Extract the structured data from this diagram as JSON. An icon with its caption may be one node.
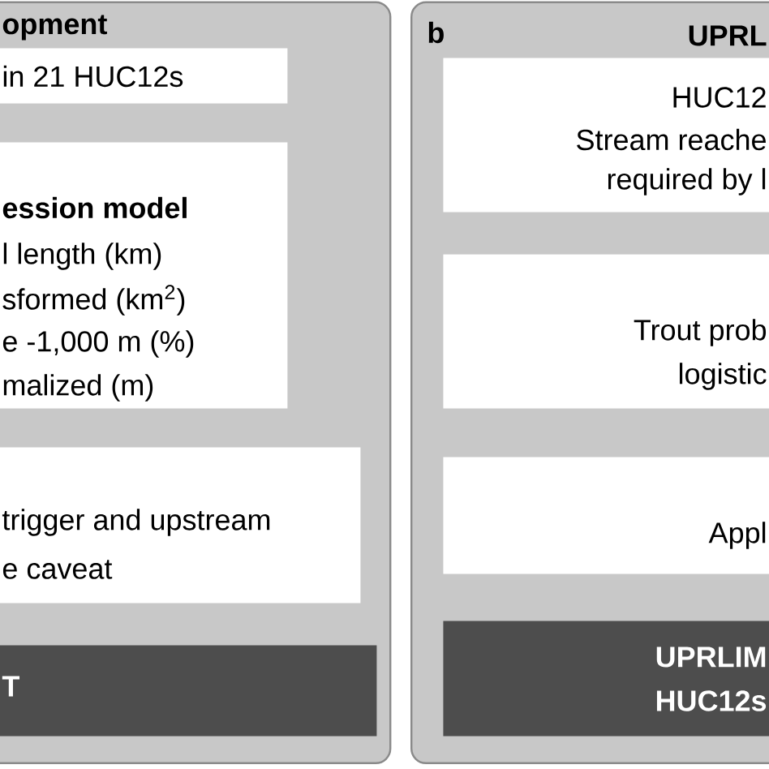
{
  "diagram": {
    "nodes": [
      {
        "text": [
          "opment"
        ]
      },
      {
        "text": [
          "in 21 HUC12s"
        ],
        "in": 0
      },
      {
        "text": [
          "ession model",
          "l length (km)",
          "sformed (km$^{2}$)",
          "e -1,000 m (%)",
          "malized (m)"
        ],
        "in": 0
      },
      {
        "text": [
          "trigger and upstream",
          "e caveat"
        ],
        "in": 0
      },
      {
        "text": [
          "T"
        ],
        "in": 0
      },
      {
        "text": [
          "UPRL"
        ]
      },
      {
        "text": [
          "HUC12",
          "Stream reache",
          "required by l"
        ],
        "in": 5
      },
      {
        "text": [
          "Trout prob",
          "logistic"
        ],
        "in": 5
      },
      {
        "text": [
          "Appl"
        ],
        "in": 5
      },
      {
        "text": [
          "UPRLIM",
          "HUC12s"
        ],
        "in": 5
      }
    ],
    "labels": [
      "b"
    ]
  }
}
